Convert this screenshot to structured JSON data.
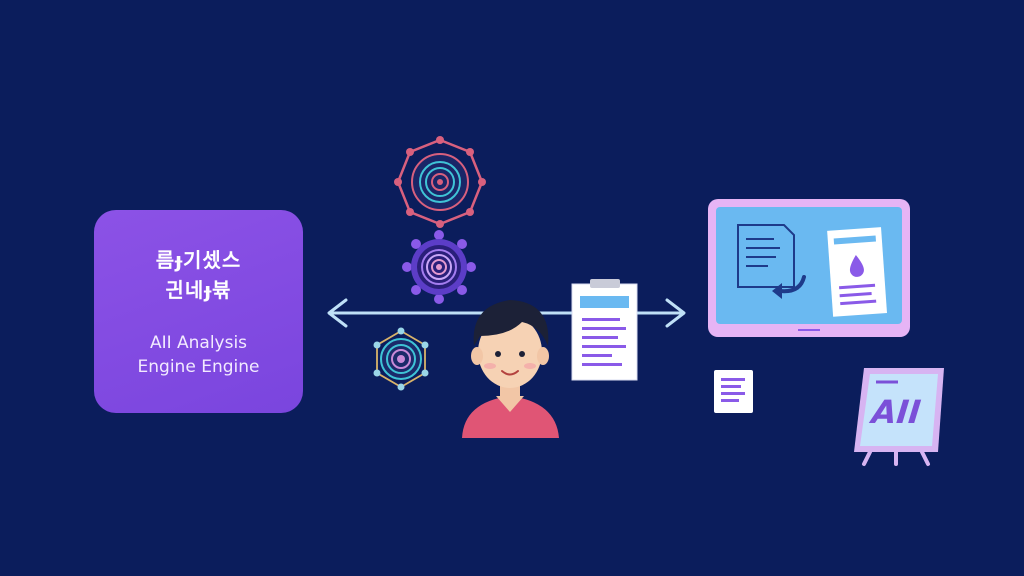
{
  "engine": {
    "title_line1": "름ɟ기셌스",
    "title_line2": "긘네ɟ뷲",
    "subtitle_line1": "AI͏I Analysis",
    "subtitle_line2": "Engine Engine"
  },
  "tablet": {
    "label": "AII"
  },
  "colors": {
    "background": "#0b1d5c",
    "engine_card": "#7f4be2",
    "arrow": "#bfe0f7",
    "monitor_frame": "#e6b4f5",
    "monitor_screen": "#6ab9f1",
    "person_shirt": "#e05575"
  }
}
